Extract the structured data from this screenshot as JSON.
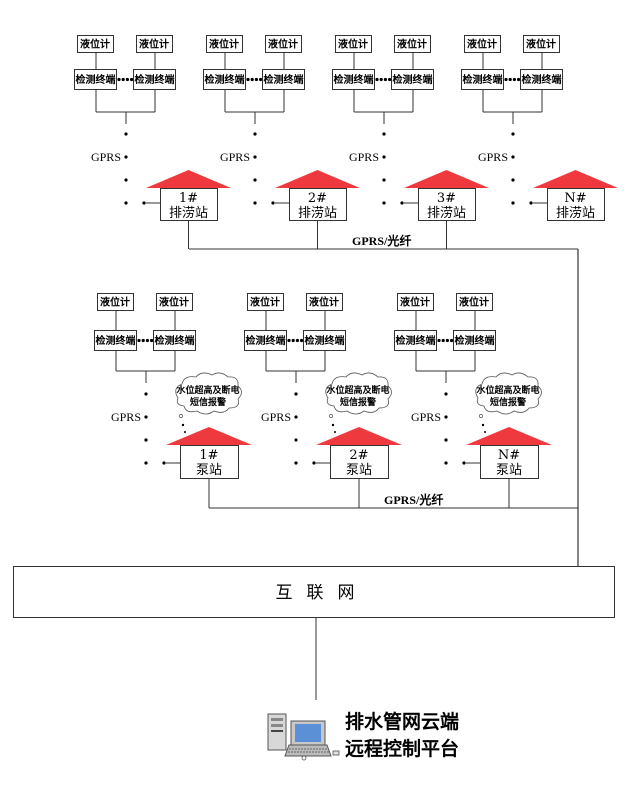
{
  "top_section": {
    "level_meter_label": "液位计",
    "terminal_label": "检测终端",
    "gprs_label": "GPRS",
    "bus_label": "GPRS/光纤",
    "stations": [
      {
        "number": "1#",
        "name": "排涝站"
      },
      {
        "number": "2#",
        "name": "排涝站"
      },
      {
        "number": "3#",
        "name": "排涝站"
      },
      {
        "number": "N#",
        "name": "排涝站"
      }
    ]
  },
  "bottom_section": {
    "level_meter_label": "液位计",
    "terminal_label": "检测终端",
    "gprs_label": "GPRS",
    "bus_label": "GPRS/光纤",
    "alert_line1": "水位超高及断电",
    "alert_line2": "短信报警",
    "stations": [
      {
        "number": "1#",
        "name": "泵站"
      },
      {
        "number": "2#",
        "name": "泵站"
      },
      {
        "number": "N#",
        "name": "泵站"
      }
    ]
  },
  "internet_label": "互联网",
  "cloud_platform": {
    "line1": "排水管网云端",
    "line2": "远程控制平台"
  },
  "colors": {
    "roof": "#ee3a3e",
    "screen": "#5b8fd6"
  }
}
